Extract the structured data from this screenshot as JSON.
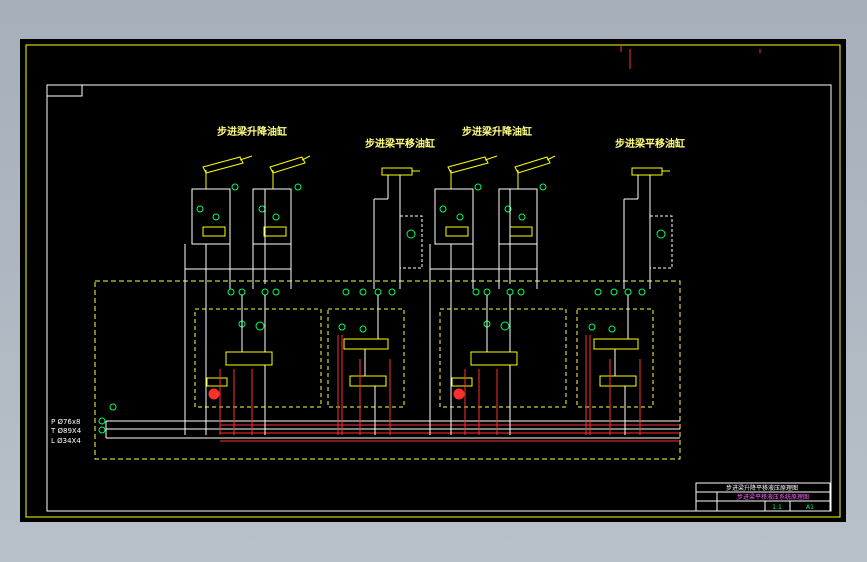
{
  "colors": {
    "background": "#000000",
    "frame": "#ffff00",
    "inner_frame": "#ffffff",
    "title": "#ffff80",
    "line": "#ffffff",
    "pressure_line": "#ff3030",
    "component": "#00ff60",
    "dashed": "#ffff40",
    "cylinder": "#ffff00"
  },
  "cylinder_titles": [
    "步进梁升降油缸",
    "步进梁平移油缸",
    "步进梁升降油缸",
    "步进梁平移油缸"
  ],
  "pipe_labels": {
    "p": "P Ø76x8",
    "t": "T Ø89X4",
    "l": "L Ø34X4"
  },
  "title_block": {
    "row1": "步进梁升降平移液压原理图",
    "row2": "步进梁平移液压系统原理图",
    "scale": "1:1",
    "sheet": "A1"
  }
}
